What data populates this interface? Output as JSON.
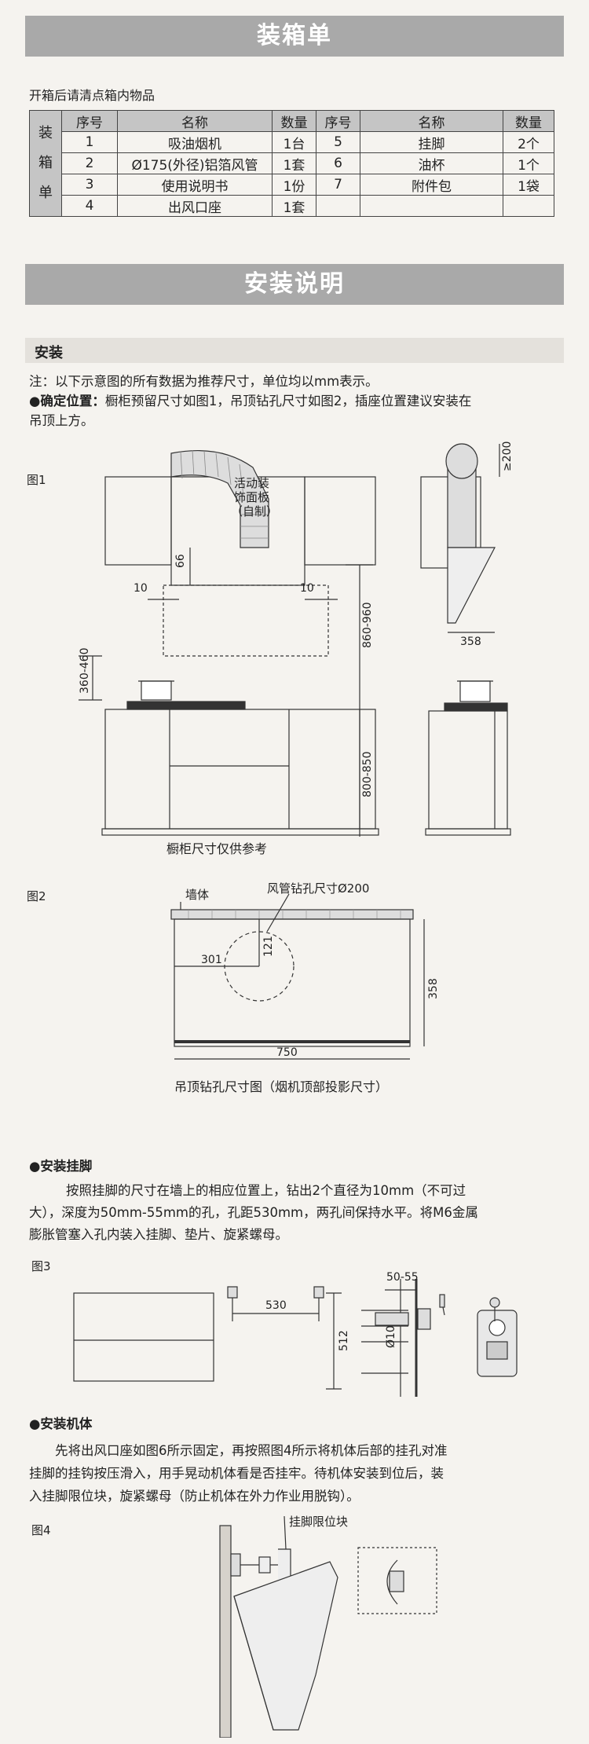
{
  "packing": {
    "banner": "装箱单",
    "note": "开箱后请清点箱内物品",
    "side_label": [
      "装",
      "箱",
      "单"
    ],
    "headers": [
      "序号",
      "名称",
      "数量",
      "序号",
      "名称",
      "数量"
    ],
    "rows": [
      [
        "1",
        "吸油烟机",
        "1台",
        "5",
        "挂脚",
        "2个"
      ],
      [
        "2",
        "Ø175(外径)铝箔风管",
        "1套",
        "6",
        "油杯",
        "1个"
      ],
      [
        "3",
        "使用说明书",
        "1份",
        "7",
        "附件包",
        "1袋"
      ],
      [
        "4",
        "出风口座",
        "1套",
        "",
        "",
        ""
      ]
    ]
  },
  "install": {
    "banner": "安装说明",
    "section": "安装",
    "note": "注：以下示意图的所有数据为推荐尺寸，单位均以mm表示。",
    "position_title": "●确定位置：",
    "position_text_1": "橱柜预留尺寸如图1，吊顶钻孔尺寸如图2，插座位置建议安装在",
    "position_text_2": "吊顶上方。"
  },
  "fig1": {
    "label": "图1",
    "panel_label": [
      "活动装",
      "饰面板",
      "（自制）"
    ],
    "dim_66": "66",
    "dim_10_left": "10",
    "dim_10_right": "10",
    "dim_860_960": "860-960",
    "dim_360_460": "360-460",
    "dim_800_850": "800-850",
    "dim_200": "≥200",
    "dim_358": "358",
    "caption": "橱柜尺寸仅供参考"
  },
  "fig2": {
    "label": "图2",
    "wall": "墙体",
    "hole": "风管钻孔尺寸Ø200",
    "dim_301": "301",
    "dim_121": "121",
    "dim_358": "358",
    "dim_750": "750",
    "caption": "吊顶钻孔尺寸图（烟机顶部投影尺寸）"
  },
  "hanger": {
    "title": "●安装挂脚",
    "text_1": "按照挂脚的尺寸在墙上的相应位置上，钻出2个直径为10mm（不可过",
    "text_2": "大），深度为50mm-55mm的孔，孔距530mm，两孔间保持水平。将M6金属",
    "text_3": "膨胀管塞入孔内装入挂脚、垫片、旋紧螺母。"
  },
  "fig3": {
    "label": "图3",
    "dim_530": "530",
    "dim_512": "512",
    "dim_50_55": "50-55",
    "dim_10": "Ø10"
  },
  "body_install": {
    "title": "●安装机体",
    "text_1": "先将出风口座如图6所示固定，再按照图4所示将机体后部的挂孔对准",
    "text_2": "挂脚的挂钩按压滑入，用手晃动机体看是否挂牢。待机体安装到位后，装",
    "text_3": "入挂脚限位块，旋紧螺母（防止机体在外力作业用脱钩）。"
  },
  "fig4": {
    "label": "图4",
    "limit_block": "挂脚限位块"
  }
}
